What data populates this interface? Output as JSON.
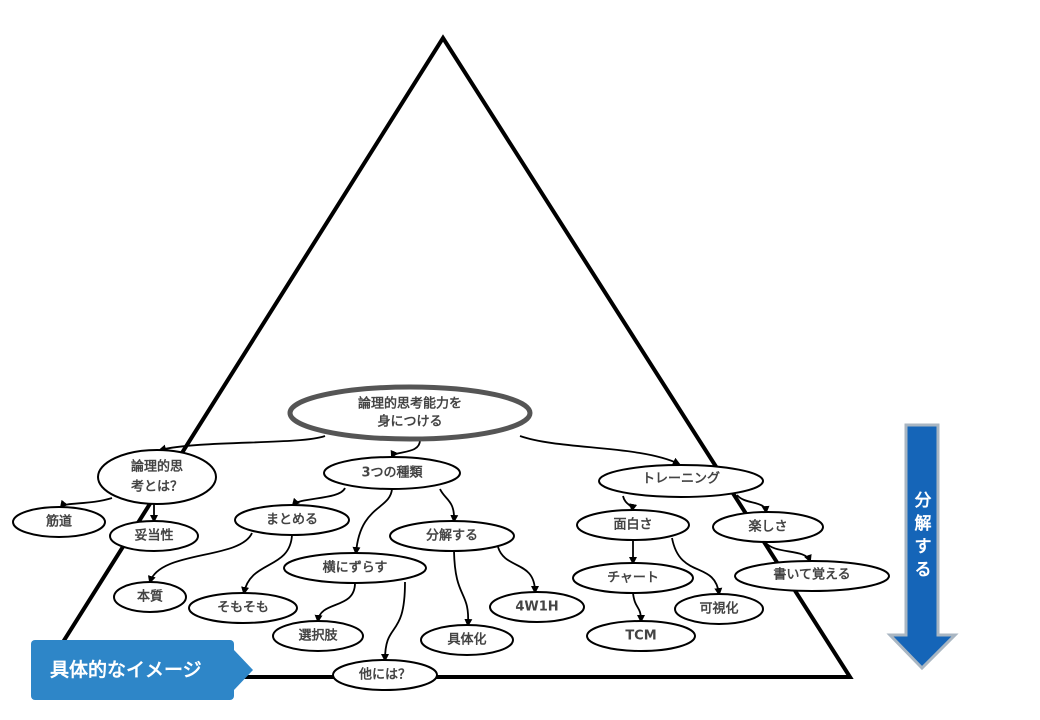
{
  "root": {
    "line1": "論理的思考能力を",
    "line2": "身につける"
  },
  "nodes": {
    "what_is": {
      "line1": "論理的思",
      "line2": "考とは？"
    },
    "sujimichi": "筋道",
    "datousei": "妥当性",
    "three_types": "3つの種類",
    "matomeru": "まとめる",
    "bunkai": "分解する",
    "yoko": "横にずらす",
    "honshitsu": "本質",
    "somosomo": "そもそも",
    "sentakushi": "選択肢",
    "gutaika": "具体化",
    "hokaniha": "他には？",
    "w1h": "4W1H",
    "training": "トレーニング",
    "omoshirosa": "面白さ",
    "tanoshisa": "楽しさ",
    "chart": "チャート",
    "kashika": "可視化",
    "tcm": "TCM",
    "kaite": "書いて覚える"
  },
  "labels": {
    "concrete_image": "具体的なイメージ",
    "decompose": "分解する"
  },
  "colors": {
    "label_blue": "#2e86c8",
    "arrow_blue": "#1565b8",
    "root_stroke": "#555555"
  }
}
